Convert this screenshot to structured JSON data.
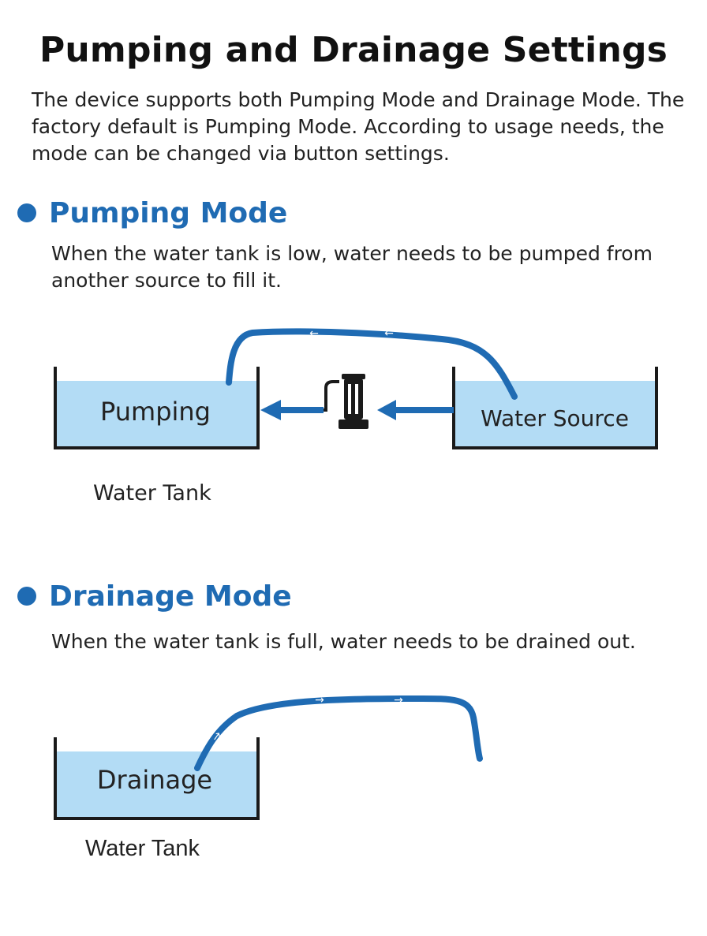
{
  "title": "Pumping and Drainage Settings",
  "intro": "The device supports both Pumping Mode and Drainage Mode. The factory default is Pumping Mode. According to usage needs, the mode can be changed via button settings.",
  "pumping": {
    "heading": "Pumping Mode",
    "description": "When the water tank is low, water needs to be pumped from another source to fill it.",
    "tank_text": "Pumping",
    "source_text": "Water Source",
    "tank_caption": "Water Tank"
  },
  "drainage": {
    "heading": "Drainage Mode",
    "description": "When the water tank is full, water needs to be drained out.",
    "tank_text": "Drainage",
    "tank_caption": "Water Tank"
  },
  "colors": {
    "accent": "#1f6bb3",
    "water": "#b3dcf5",
    "pipe": "#1f6bb3"
  }
}
